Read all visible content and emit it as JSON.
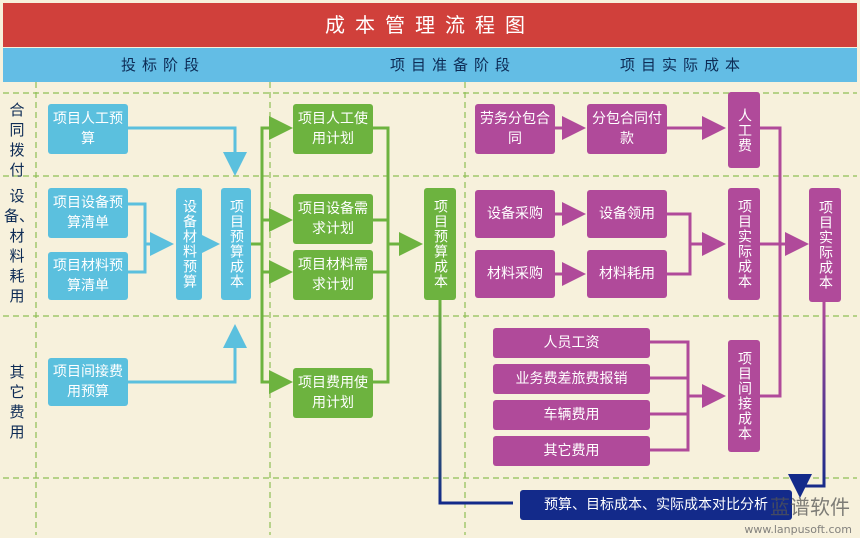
{
  "title": "成本管理流程图",
  "phases": [
    "投标阶段",
    "项目准备阶段",
    "项目实际成本"
  ],
  "rows": [
    "合同拨付",
    "设备、材料耗用",
    "其它费用"
  ],
  "boxes": {
    "labor_budget": "项目人工预算",
    "equip_budget_list": "项目设备预算清单",
    "material_budget_list": "项目材料预算清单",
    "equip_material_budget": "设备材料预算",
    "project_budget_cost_1": "项目预算成本",
    "indirect_budget": "项目间接费用预算",
    "labor_plan": "项目人工使用计划",
    "equip_demand_plan": "项目设备需求计划",
    "material_demand_plan": "项目材料需求计划",
    "expense_plan": "项目费用使用计划",
    "project_budget_cost_2": "项目预算成本",
    "labor_subcontract": "劳务分包合同",
    "subcontract_payment": "分包合同付款",
    "equip_purchase": "设备采购",
    "equip_use": "设备领用",
    "material_purchase": "材料采购",
    "material_use": "材料耗用",
    "staff_wages": "人员工资",
    "travel_expense": "业务费差旅费报销",
    "vehicle_expense": "车辆费用",
    "other_expense": "其它费用",
    "labor_cost": "人工费",
    "actual_cost_1": "项目实际成本",
    "indirect_cost": "项目间接成本",
    "actual_cost_2": "项目实际成本",
    "analysis": "预算、目标成本、实际成本对比分析"
  },
  "watermark": {
    "brand": "蓝谱软件",
    "url": "www.lanpusoft.com"
  },
  "colors": {
    "title": "#d0403b",
    "phase": "#63bde5",
    "bidding": "#5bc0de",
    "prep": "#6db33f",
    "actual": "#b04a9a",
    "analysis": "#132a8a"
  }
}
